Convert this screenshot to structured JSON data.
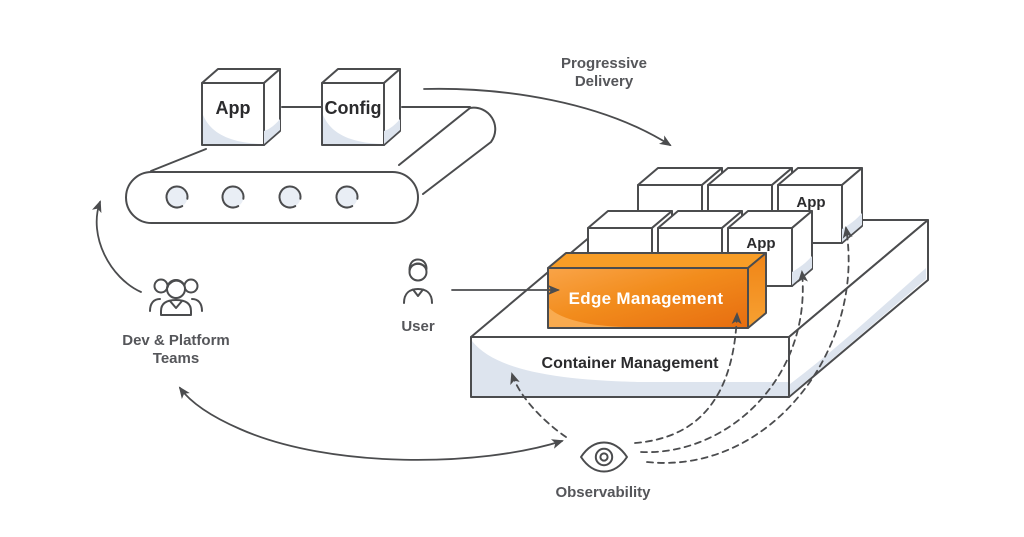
{
  "colors": {
    "background": "#ffffff",
    "outline": "#4b4c4e",
    "label_gray": "#55565a",
    "cube_label": "#2b2b2d",
    "shading_gray": "#dde4ee",
    "roller_fill": "#e9eef5",
    "orange_top": "#f89d26",
    "orange_right_top": "#f08416",
    "orange_right_bottom": "#f7a132",
    "orange_front_light": "#f9a448",
    "orange_front_mid": "#f28c1c",
    "orange_front_deep": "#e76d10",
    "orange_swoosh": "#f9ae55",
    "edge_text": "#ffffff"
  },
  "pipeline": {
    "app_label": "App",
    "config_label": "Config"
  },
  "flows": {
    "progressive_delivery_line1": "Progressive",
    "progressive_delivery_line2": "Delivery"
  },
  "actors": {
    "teams_line1": "Dev & Platform",
    "teams_line2": "Teams",
    "user_label": "User",
    "observability_label": "Observability"
  },
  "platform": {
    "edge_management_label": "Edge Management",
    "container_management_label": "Container Management",
    "app_back_label": "App",
    "app_front_label": "App"
  },
  "icons": {
    "teams": "people-group-icon",
    "user": "person-icon",
    "observability": "eye-icon"
  }
}
